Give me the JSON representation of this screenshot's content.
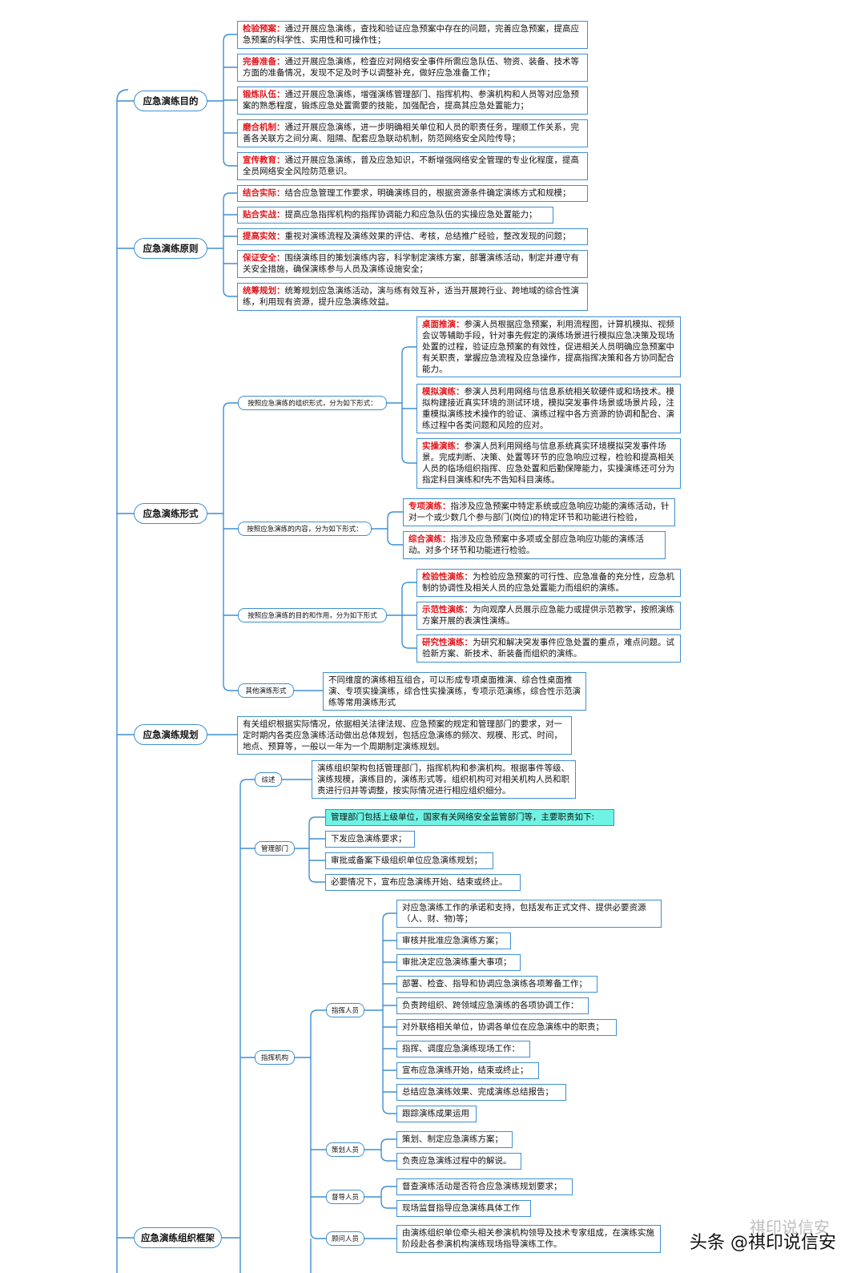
{
  "topics": [
    {
      "id": "purpose",
      "label": "应急演练目的"
    },
    {
      "id": "principle",
      "label": "应急演练原则"
    },
    {
      "id": "form",
      "label": "应急演练形式"
    },
    {
      "id": "plan",
      "label": "应急演练规划"
    },
    {
      "id": "org",
      "label": "应急演练组织框架"
    }
  ],
  "purpose_items": [
    {
      "kw": "检验预案：",
      "text": "通过开展应急演练，查找和验证应急预案中存在的问题，完善应急预案，提高应急预案的科学性、实用性和可操作性；"
    },
    {
      "kw": "完善准备：",
      "text": "通过开展应急演练，检查应对网络安全事件所需应急队伍、物资、装备、技术等方面的准备情况，发现不足及时予以调整补充，做好应急准备工作；"
    },
    {
      "kw": "锻炼队伍：",
      "text": "通过开展应急演练，增强演练管理部门、指挥机构、参演机构和人员等对应急预案的熟悉程度，锻炼应急处置需要的技能，加强配合，提高其应急处置能力；"
    },
    {
      "kw": "磨合机制：",
      "text": "通过开展应急演练，进一步明确相关单位和人员的职责任务，理顺工作关系，完善各关联方之间分离、阻隔、配套应急联动机制，防范网络安全风险传导；"
    },
    {
      "kw": "宣传教育：",
      "text": "通过开展应急演练，普及应急知识，不断增强网络安全管理的专业化程度，提高全员网络安全风险防范意识。"
    }
  ],
  "principle_items": [
    {
      "kw": "结合实际：",
      "text": "结合应急管理工作要求，明确演练目的，根据资源条件确定演练方式和规模；"
    },
    {
      "kw": "贴合实战：",
      "text": "提高应急指挥机构的指挥协调能力和应急队伍的实操应急处置能力；"
    },
    {
      "kw": "提高实效：",
      "text": "重视对演练流程及演练效果的评估、考核，总结推广经验，整改发现的问题；"
    },
    {
      "kw": "保证安全：",
      "text": "围绕演练目的策划演练内容，科学制定演练方案，部署演练活动，制定并遵守有关安全措施，确保演练参与人员及演练设施安全；"
    },
    {
      "kw": "统筹规划：",
      "text": "统筹规划应急演练活动，演与练有效互补，适当开展跨行业、跨地域的综合性演练，利用现有资源，提升应急演练效益。"
    }
  ],
  "form_groups": [
    {
      "label": "按照应急演练的组织形式，分为如下形式：",
      "items": [
        {
          "kw": "桌面推演：",
          "text": "参演人员根据应急预案，利用流程图，计算机模拟、视频会议等辅助手段，针对事先假定的演练场景进行模拟应急决策及现场处置的过程，验证应急预案的有效性，促进相关人员明确应急预案中有关职责，掌握应急流程及应急操作，提高指挥决策和各方协同配合能力。"
        },
        {
          "kw": "模拟演练：",
          "text": "参演人员利用网络与信息系统相关软硬件或和场技术。模拟构建接近真实环境的测试环境，模拟突发事件场景或场景片段，注重模拟演练技术操作的验证、演练过程中各方资源的协调和配合、演练过程中各类问题和风险的应对。"
        },
        {
          "kw": "实操演练：",
          "text": "参演人员利用网络与信息系统真实环境模拟突发事件场景。完成判断、决策、处置等环节的应急响应过程，检验和提高相关人员的临场组织指挥、应急处置和后勤保障能力，实操演练还可分为指定科目演练和f先不告知科目演练。"
        }
      ]
    },
    {
      "label": "按照应急演练的内容，分为如下形式：",
      "items": [
        {
          "kw": "专项演练：",
          "text": "指涉及应急预案中特定系统或应急响应功能的演练活动，针对一个或少数几个参与部门(岗位)的特定环节和功能进行检验，"
        },
        {
          "kw": "综合演练：",
          "text": "指涉及应急预案中多项或全部应急响应功能的演练活动。对多个环节和功能进行检验。"
        }
      ]
    },
    {
      "label": "按照应急演练的目的和作用，分为如下形式",
      "items": [
        {
          "kw": "检验性演练：",
          "text": "为检验应急预案的可行性、应急准备的充分性，应急机制的协调性及相关人员的应急处置能力而组织的演练。"
        },
        {
          "kw": "示范性演练：",
          "text": "为向观摩人员展示应急能力或提供示范教学，按照演练方案开展的表演性演练。"
        },
        {
          "kw": "研究性演练：",
          "text": "为研究和解决突发事件应急处置的重点，难点问题。试验新方案、新技术、新装备而组织的演练。"
        }
      ]
    },
    {
      "label": "其他演练形式",
      "items": [
        {
          "kw": "",
          "text": "不同维度的演练相互组合，可以形成专项桌面推演、综合性桌面推演、专项实操演练，综合性实操演练，专项示范演练，综合性示范演练等常用演练形式"
        }
      ]
    }
  ],
  "plan_text": "有关组织根据实际情况，依据相关法律法规、应急预案的规定和管理部门的要求，对一定时期内各类应急演练活动做出总体规划，包括应急演练的频次、规模、形式、时间，地点、预算等，一般以一年为一个周期制定演练规划。",
  "org": {
    "overview": {
      "label": "综述",
      "text": "演练组织架构包括管理部门，指挥机构和参演机构。根据事件等级、演练规模，演练目的，演练形式等。组织机构可对相关机构人员和职责进行归并等调整，按实际情况进行相应组织细分。"
    },
    "mgmt": {
      "label": "管理部门",
      "items": [
        "管理部门包括上级单位，国家有关网络安全监管部门等，主要职责如下:",
        "下发应急演练要求；",
        "审批或备案下级组织单位应急演练规划；",
        "必要情况下，宣布应急演练开始、结束或终止。"
      ]
    },
    "command": {
      "label": "指挥机构",
      "groups": [
        {
          "label": "指挥人员",
          "items": [
            "对应急演练工作的承诺和支持，包括发布正式文件、提供必要资源（人、财、物)等；",
            "审核并批准应急演练方案；",
            "审批决定应急演练重大事项；",
            "部署、检查、指导和协调应急演练各项筹备工作；",
            "负责跨组织、跨领域应急演练的各项协调工作：",
            "对外联络相关单位，协调各单位在应急演练中的职责；",
            "指挥、调度应急演练现场工作：",
            "宣布应急演练开始，结束或终止；",
            "总结应急演练效果、完成演练总结报告；",
            "跟踪演练成果运用"
          ]
        },
        {
          "label": "策划人员",
          "items": [
            "策划、制定应急演练方案；",
            "负责应急演练过程中的解说。"
          ]
        },
        {
          "label": "督导人员",
          "items": [
            "督查演练活动是否符合应急演练规划要求；",
            "现场监督指导应急演练具体工作"
          ]
        },
        {
          "label": "顾问人员",
          "items": [
            "由演练组织单位牵头相关参演机构领导及技术专家组成，在演练实施阶段赴各参演机构演练现场指导演练工作。"
          ]
        }
      ]
    }
  },
  "watermark": {
    "ghost": "祺印说信安",
    "main": "头条 @祺印说信安"
  },
  "colors": {
    "border": "#3f8fd2",
    "keyword": "#e0151b",
    "highlight": "#6ff3e4",
    "line": "#3f8fd2"
  }
}
